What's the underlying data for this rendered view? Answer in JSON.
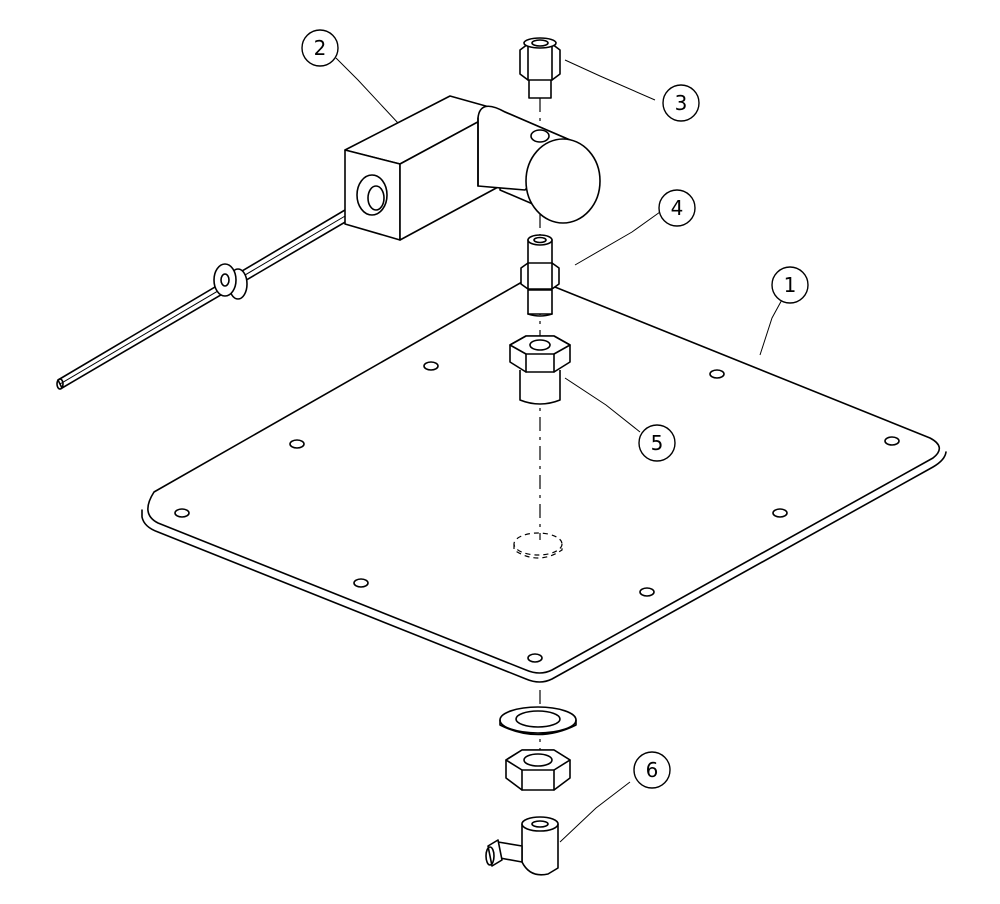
{
  "diagram": {
    "callouts": [
      {
        "id": "callout-1",
        "label": "1",
        "part": "mounting-plate"
      },
      {
        "id": "callout-2",
        "label": "2",
        "part": "sensor-housing"
      },
      {
        "id": "callout-3",
        "label": "3",
        "part": "top-fitting"
      },
      {
        "id": "callout-4",
        "label": "4",
        "part": "coupling-fitting"
      },
      {
        "id": "callout-5",
        "label": "5",
        "part": "hex-bushing"
      },
      {
        "id": "callout-6",
        "label": "6",
        "part": "elbow-fitting"
      }
    ],
    "colors": {
      "line": "#000000",
      "background": "#ffffff"
    }
  }
}
